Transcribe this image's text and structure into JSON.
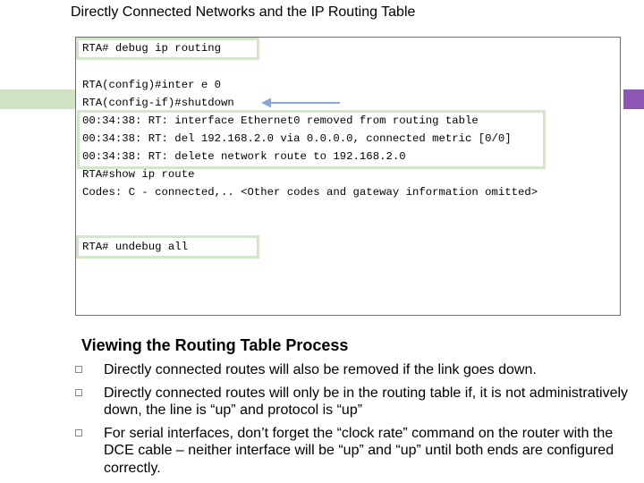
{
  "title": "Directly Connected Networks and the IP Routing Table",
  "terminal": {
    "lines": [
      "RTA# debug ip routing",
      "RTA(config)#inter e 0",
      "RTA(config-if)#shutdown",
      "00:34:38: RT: interface Ethernet0 removed from routing table",
      "00:34:38: RT: del 192.168.2.0 via 0.0.0.0, connected metric [0/0]",
      "00:34:38: RT: delete network route to 192.168.2.0",
      "RTA#show ip route",
      "Codes: C - connected,.. <Other codes and gateway information omitted>",
      "RTA# undebug all"
    ]
  },
  "section": {
    "heading": "Viewing the Routing Table Process",
    "bullets": [
      "Directly connected routes will also be removed if the link goes down.",
      "Directly connected routes will only be in the routing table if, it is not administratively down, the line is “up” and protocol is “up”",
      "For serial interfaces, don’t forget the “clock rate” command on the router with the DCE cable – neither interface will be “up” and “up” until both ends are configured correctly."
    ]
  },
  "colors": {
    "highlight": "#d2e6c8",
    "left_bar": "#cfe3c3",
    "right_bar": "#8d56b4",
    "arrow": "#8aa6d6"
  }
}
